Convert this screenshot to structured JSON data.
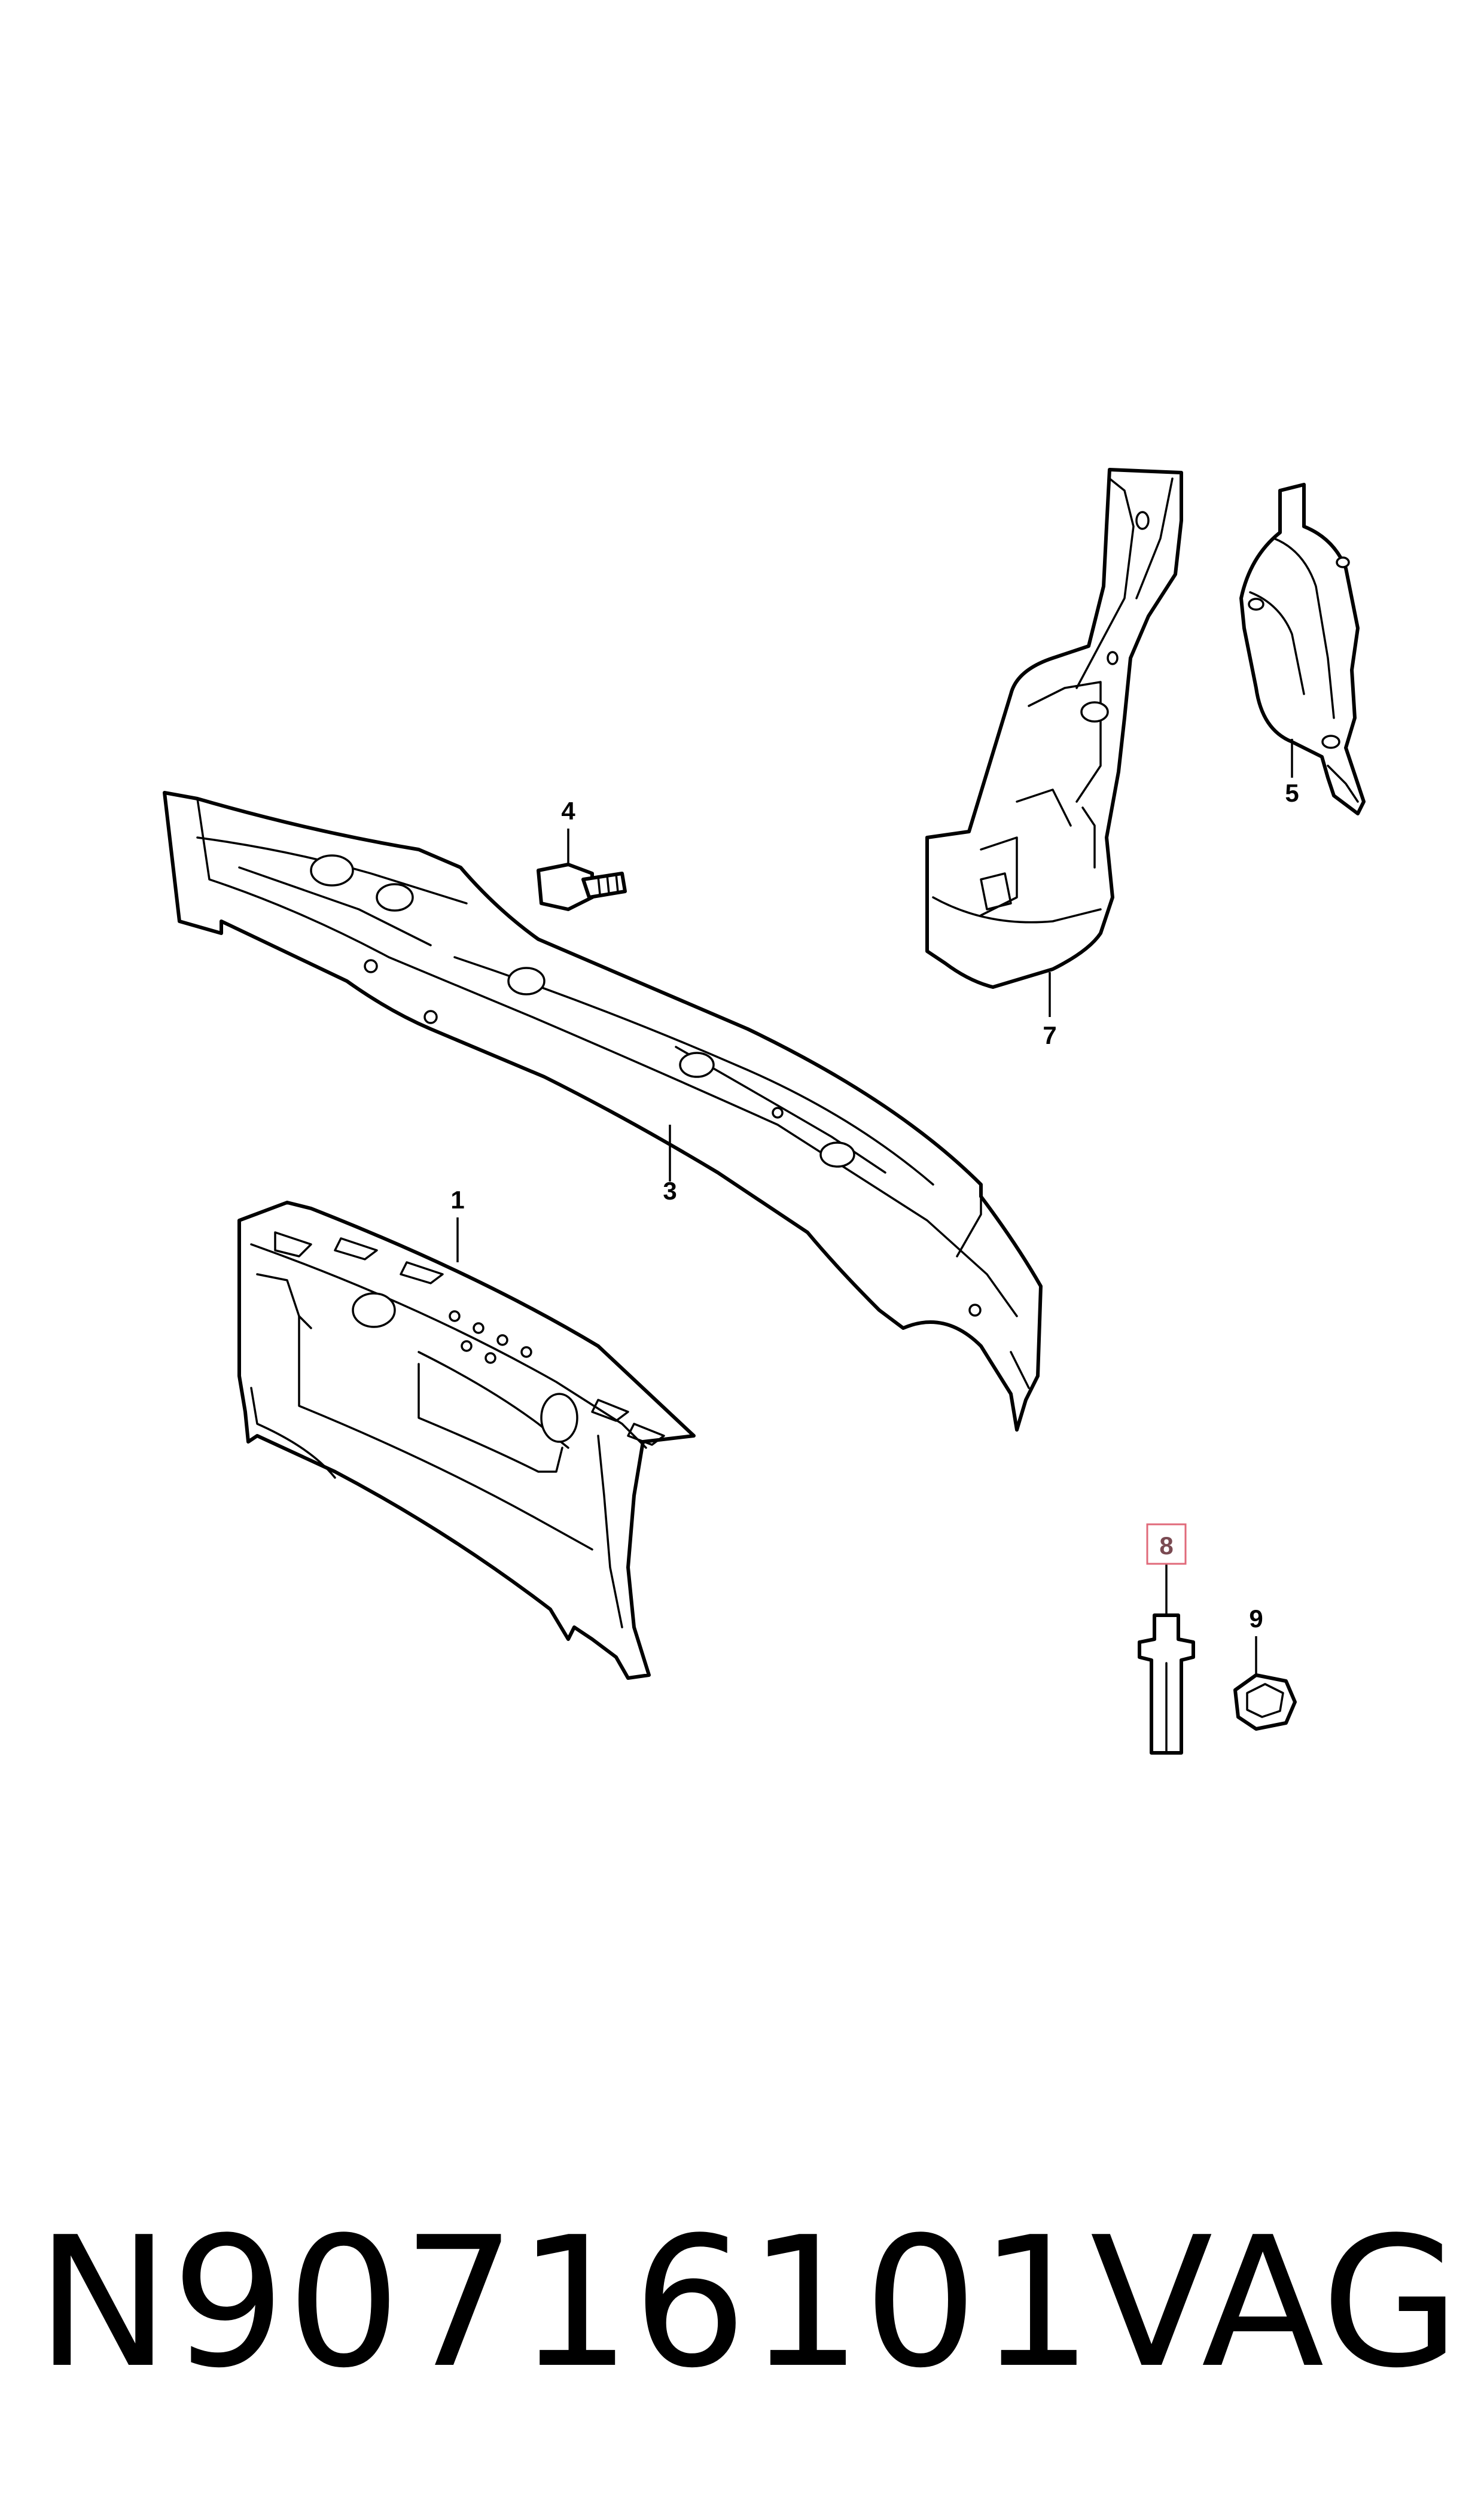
{
  "callouts": {
    "c1": "1",
    "c3": "3",
    "c4": "4",
    "c5": "5",
    "c7": "7",
    "c8": "8",
    "c9": "9"
  },
  "highlighted_callout": "8",
  "highlight_color": "#e06a7a",
  "footer": {
    "part_number": "N90716101",
    "brand": "VAG"
  }
}
